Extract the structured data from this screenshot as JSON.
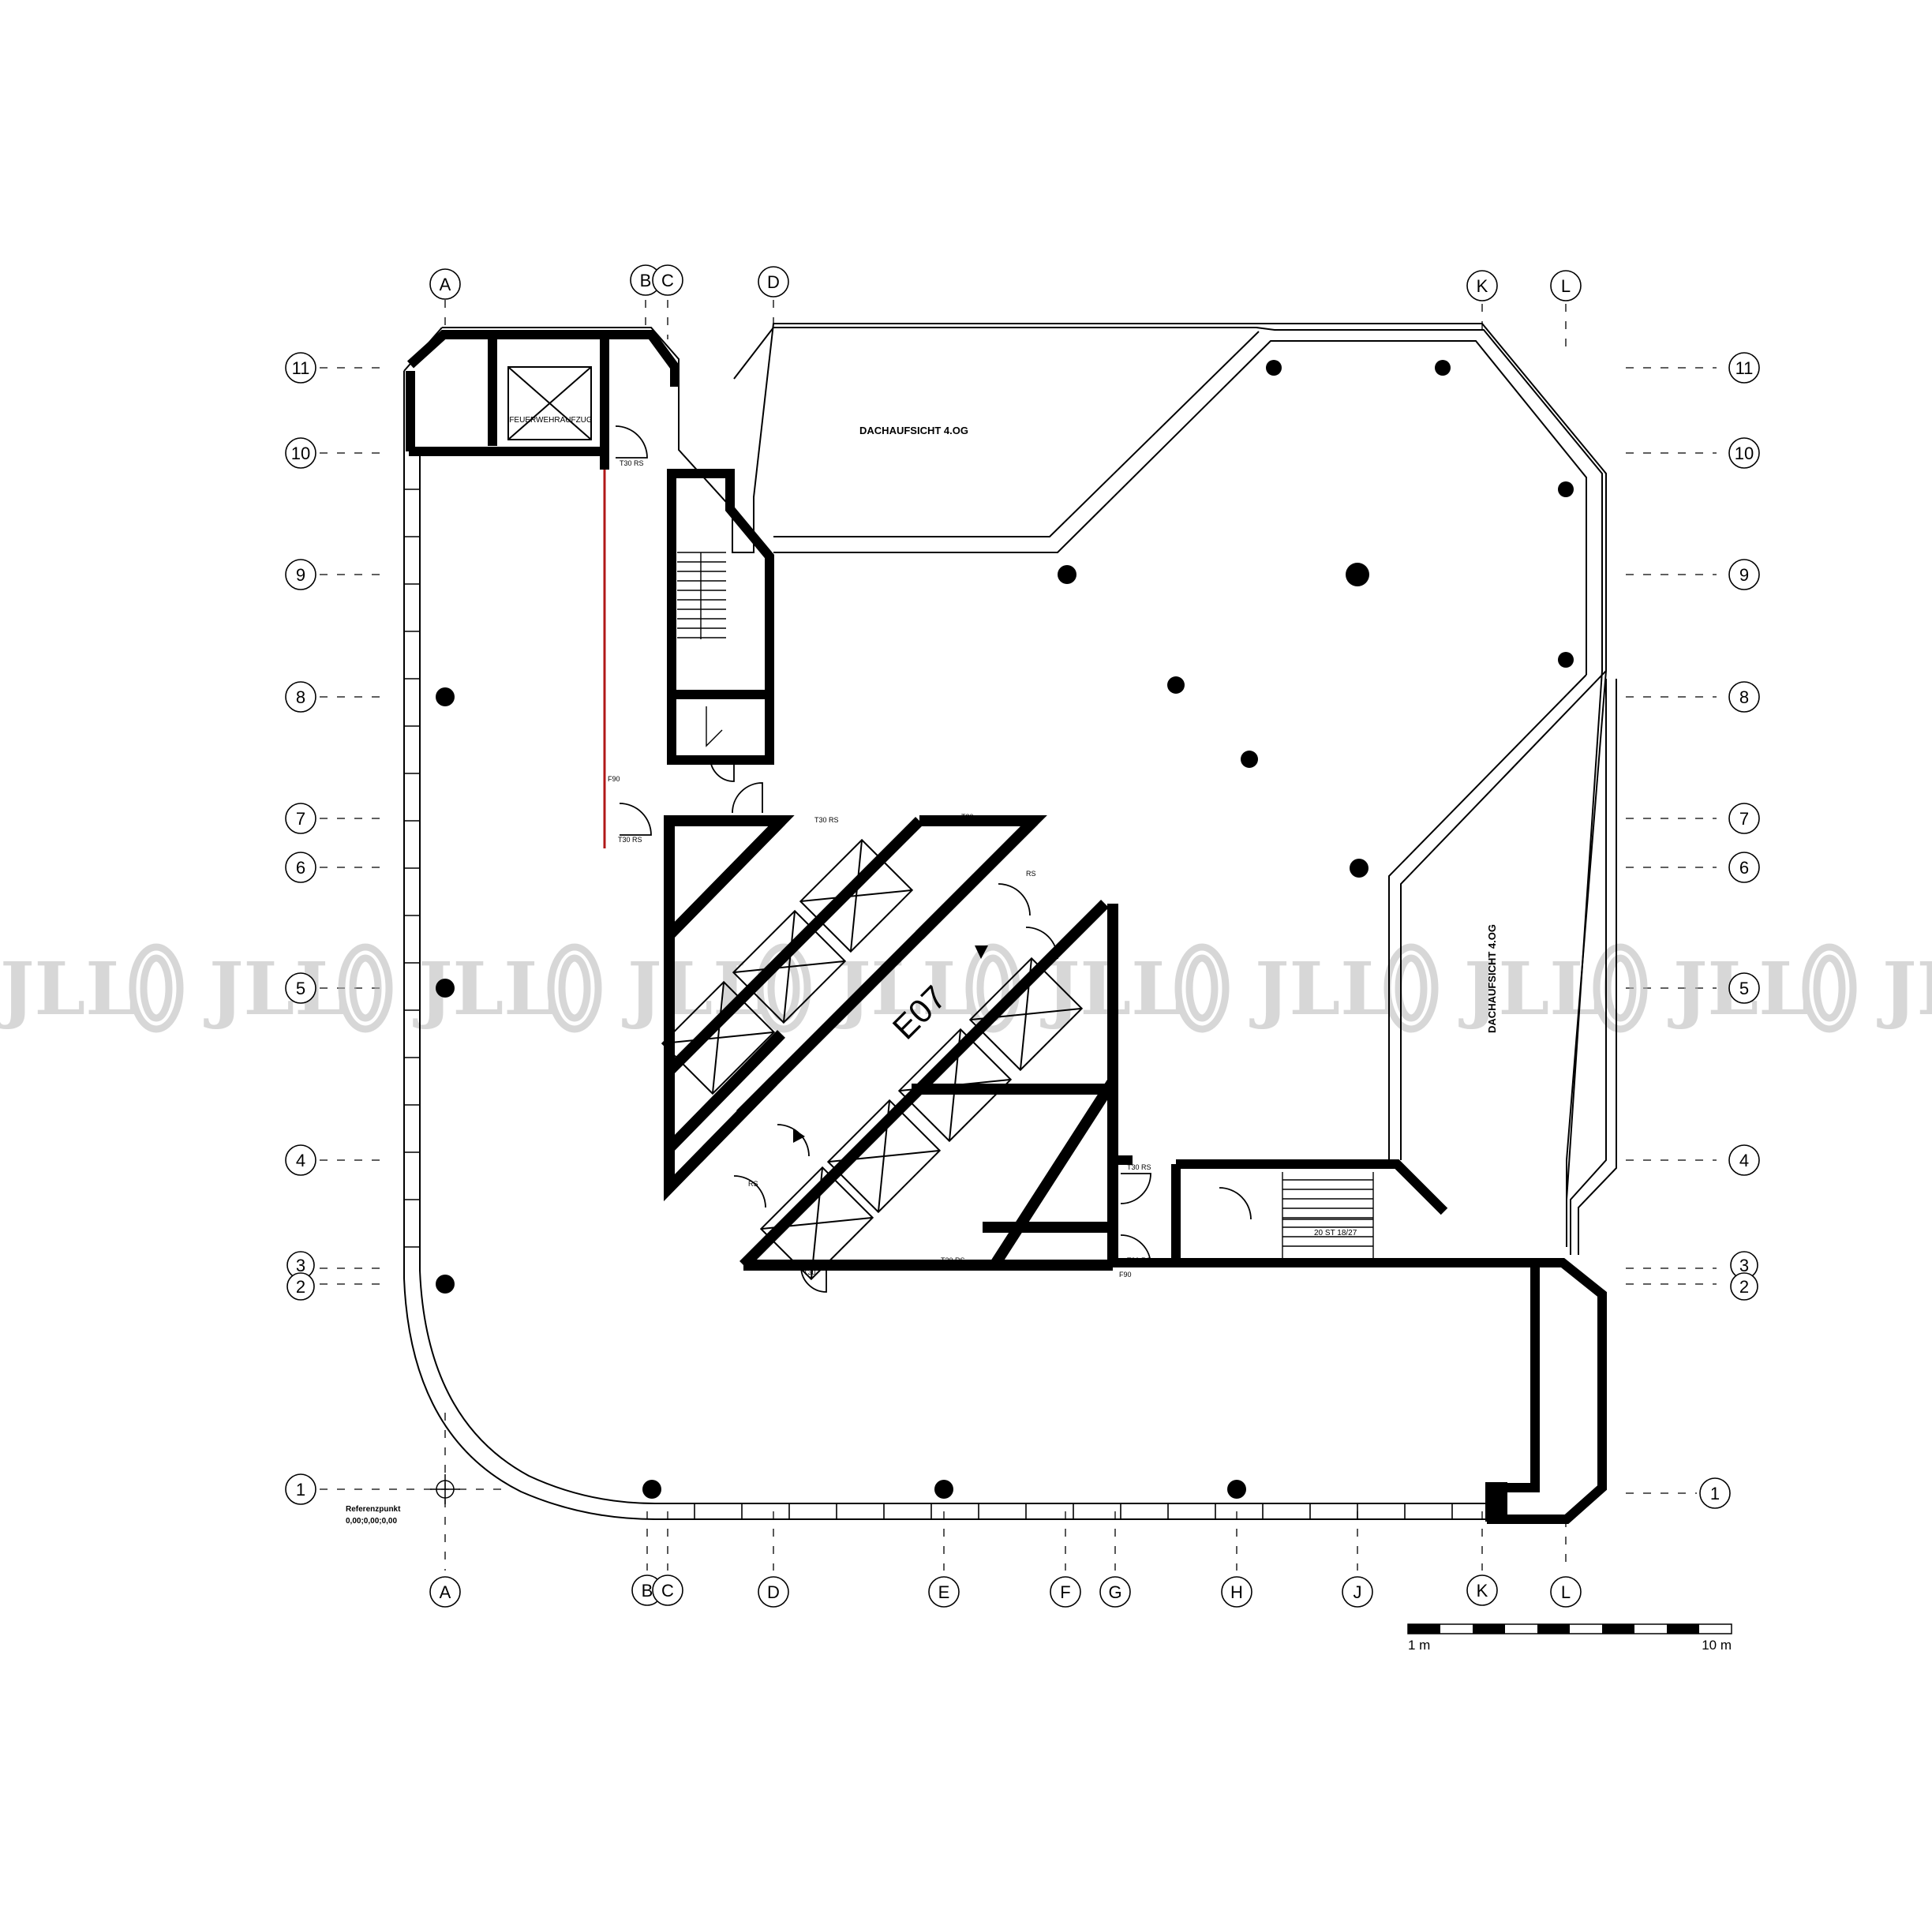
{
  "axes": {
    "columns": [
      "A",
      "B",
      "C",
      "D",
      "E",
      "F",
      "G",
      "H",
      "J",
      "K",
      "L"
    ],
    "rows": [
      "11",
      "10",
      "9",
      "8",
      "7",
      "6",
      "5",
      "4",
      "3",
      "2",
      "1"
    ]
  },
  "labels": {
    "roof_top": "DACHAUFSICHT 4.OG",
    "roof_right": "DACHAUFSICHT 4.OG",
    "fire_lift": "FEUERWEHRAUFZUG",
    "core": "E07",
    "reference_point": "Referenzpunkt",
    "reference_coords": "0,00;0,00;0,00",
    "stair_label": "20 ST 18/27"
  },
  "door_labels": {
    "t30rs": "T30 RS",
    "t30": "T30",
    "rs": "RS",
    "f90": "F90"
  },
  "scale_bar": {
    "left_label": "1 m",
    "right_label": "10 m",
    "segments": 10
  },
  "watermark": {
    "text": "JLL"
  },
  "colors": {
    "wall": "#000000",
    "line": "#000000",
    "fire_wall": "#b01818",
    "watermark": "#b8b8b8"
  }
}
